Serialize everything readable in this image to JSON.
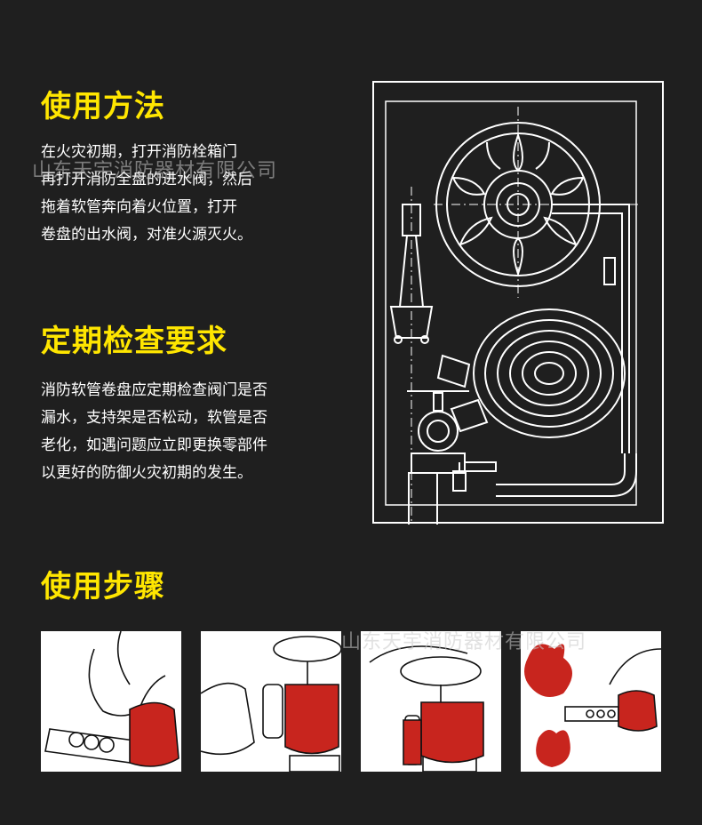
{
  "usage": {
    "heading": "使用方法",
    "lines": [
      "在火灾初期，打开消防栓箱门",
      "再打开消防全盘的进水阀，然后",
      "拖着软管奔向着火位置，打开",
      "卷盘的出水阀，对准火源灭火。"
    ]
  },
  "inspection": {
    "heading": "定期检查要求",
    "lines": [
      "消防软管卷盘应定期检查阀门是否",
      "漏水，支持架是否松动，软管是否",
      "老化，如遇问题应立即更换零部件",
      "以更好的防御火灾初期的发生。"
    ]
  },
  "steps": {
    "heading": "使用步骤"
  },
  "watermark": "山东天宇消防器材有限公司",
  "colors": {
    "background": "#1f1f1f",
    "accent": "#ffe600",
    "valve_red": "#c8251e"
  }
}
